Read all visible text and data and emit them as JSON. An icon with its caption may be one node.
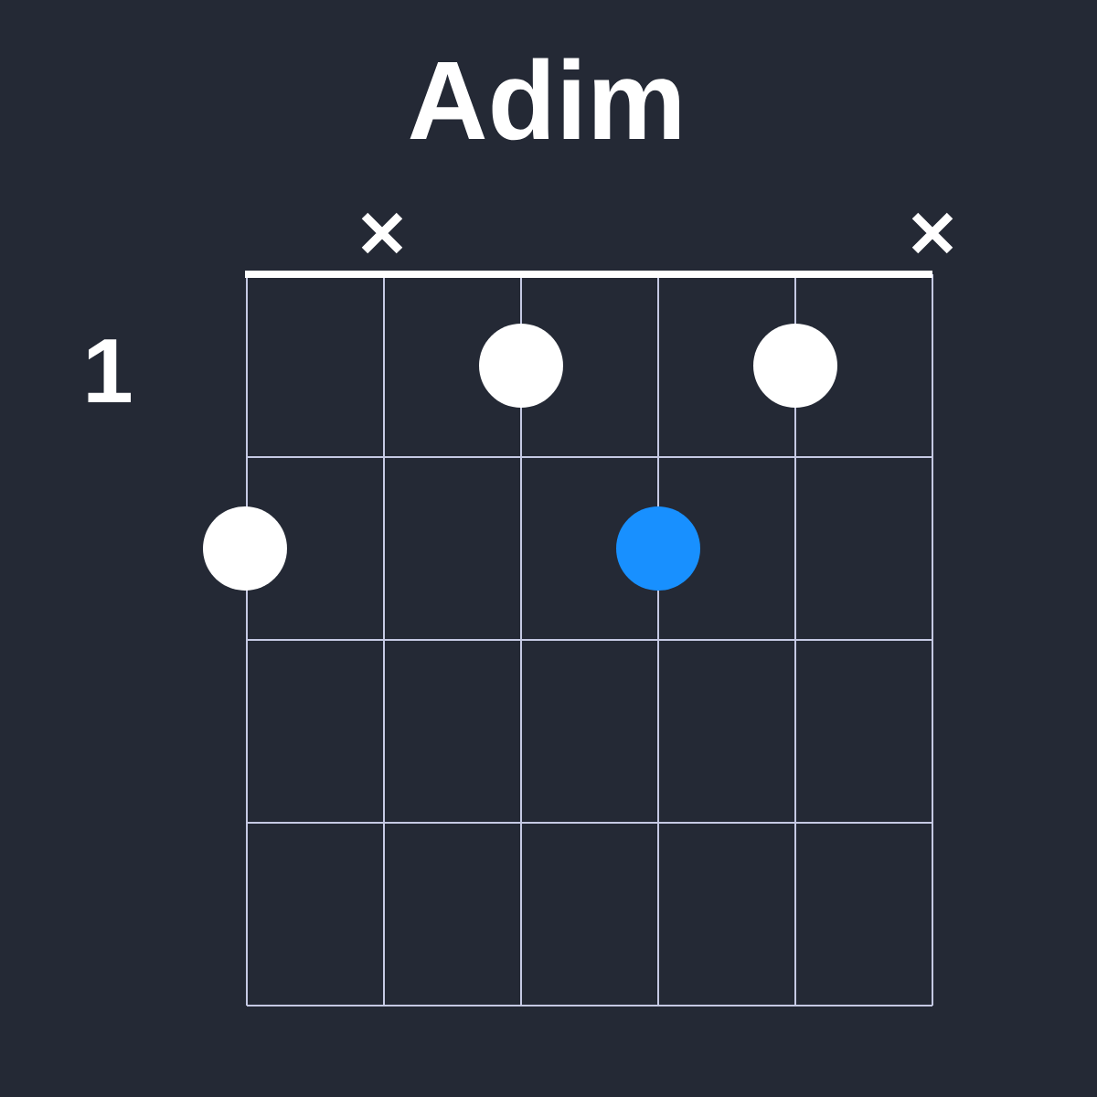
{
  "diagram": {
    "title": "Adim",
    "nodes": [
      {
        "text": [],
        "shape": "circle"
      },
      {
        "text": [],
        "shape": "circle"
      },
      {
        "text": [],
        "shape": "circle"
      },
      {
        "text": [],
        "shape": "circle"
      }
    ],
    "labels": [
      "1"
    ]
  }
}
